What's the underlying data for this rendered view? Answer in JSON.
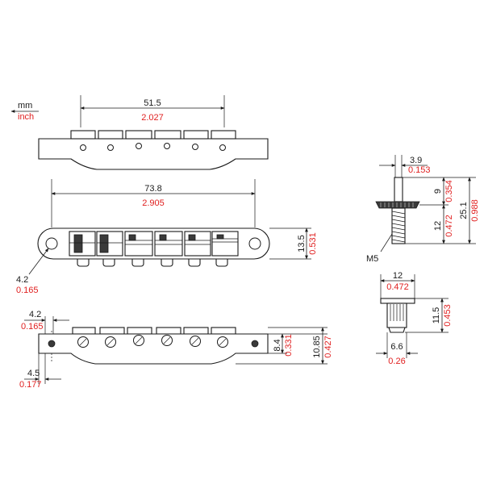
{
  "legend": {
    "unit_primary": "mm",
    "unit_secondary": "inch"
  },
  "colors": {
    "primary_text": "#1a1a1a",
    "secondary_text": "#e02020",
    "line": "#1a1a1a",
    "background": "#ffffff"
  },
  "top_view": {
    "saddle_span": {
      "mm": "51.5",
      "inch": "2.027"
    }
  },
  "middle_view": {
    "overall_length": {
      "mm": "73.8",
      "inch": "2.905"
    },
    "width": {
      "mm": "13.5",
      "inch": "0.531"
    },
    "post_hole": {
      "mm": "4.2",
      "inch": "0.165"
    }
  },
  "bottom_view": {
    "end_offset": {
      "mm": "4.2",
      "inch": "0.165"
    },
    "end_depth": {
      "mm": "4.5",
      "inch": "0.177"
    },
    "body_height": {
      "mm": "8.4",
      "inch": "0.331"
    },
    "overall_height": {
      "mm": "10.85",
      "inch": "0.427"
    }
  },
  "stud": {
    "head_width": {
      "mm": "3.9",
      "inch": "0.153"
    },
    "upper_length": {
      "mm": "9",
      "inch": "0.354"
    },
    "thread_length": {
      "mm": "12",
      "inch": "0.472"
    },
    "total_length": {
      "mm": "25.1",
      "inch": "0.988"
    },
    "thread_label": "M5"
  },
  "bushing": {
    "flange_diameter": {
      "mm": "12",
      "inch": "0.472"
    },
    "height": {
      "mm": "11.5",
      "inch": "0.453"
    },
    "body_diameter": {
      "mm": "6.6",
      "inch": "0.26"
    }
  }
}
